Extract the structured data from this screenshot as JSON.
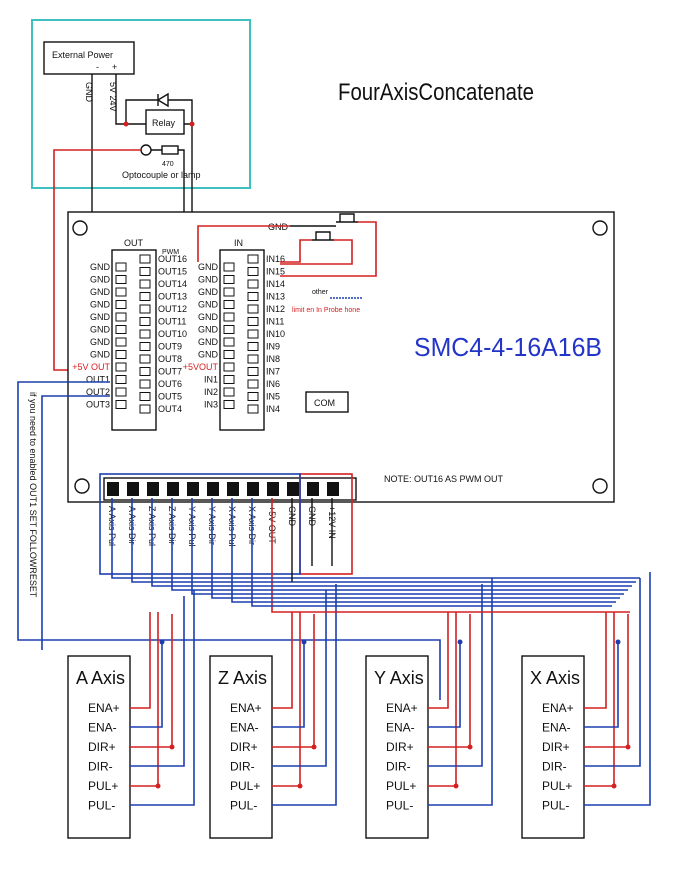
{
  "title": "FourAxisConcatenate",
  "model": "SMC4-4-16A16B",
  "external_power": {
    "label": "External Power",
    "minus": "-",
    "plus": "+"
  },
  "gnd_vertical": "GND",
  "v24_vertical": "5V 24V",
  "relay": "Relay",
  "resistor": "470",
  "optocouple": "Optocouple or lamp",
  "out_header": "OUT",
  "in_header": "IN",
  "pwm_label": "PWM",
  "gnd_top": "GND",
  "out_left_labels": [
    "GND",
    "GND",
    "GND",
    "GND",
    "GND",
    "GND",
    "GND",
    "GND",
    "+5V OUT",
    "OUT1",
    "OUT2",
    "OUT3"
  ],
  "out_right_labels": [
    "OUT16",
    "OUT15",
    "OUT14",
    "OUT13",
    "OUT12",
    "OUT11",
    "OUT10",
    "OUT9",
    "OUT8",
    "OUT7",
    "OUT6",
    "OUT5",
    "OUT4"
  ],
  "in_left_labels": [
    "GND",
    "GND",
    "GND",
    "GND",
    "GND",
    "GND",
    "GND",
    "GND",
    "+5VOUT",
    "IN1",
    "IN2",
    "IN3"
  ],
  "in_right_labels": [
    "IN16",
    "IN15",
    "IN14",
    "IN13",
    "IN12",
    "IN11",
    "IN10",
    "IN9",
    "IN8",
    "IN7",
    "IN6",
    "IN5",
    "IN4"
  ],
  "probe_small": "other",
  "probe_label": "limit en In Probe hone",
  "com": "COM",
  "note": "NOTE:  OUT16 AS  PWM OUT",
  "side_note": "if you need to enabled OUT1 SET FOLLOWRESET",
  "bottom_terminals": [
    "A Axis Pul",
    "A Axis Dir",
    "Z Axis Pul",
    "Z Axis Dir",
    "Y Axis Pul",
    "Y Axis Dir",
    "X Axis Pul",
    "X Axis Dir",
    "+5V OUT",
    "GND",
    "GND",
    "+12V IN"
  ],
  "drivers": [
    {
      "name": "A Axis",
      "pins": [
        "ENA+",
        "ENA-",
        "DIR+",
        "DIR-",
        "PUL+",
        "PUL-"
      ]
    },
    {
      "name": "Z Axis",
      "pins": [
        "ENA+",
        "ENA-",
        "DIR+",
        "DIR-",
        "PUL+",
        "PUL-"
      ]
    },
    {
      "name": "Y Axis",
      "pins": [
        "ENA+",
        "ENA-",
        "DIR+",
        "DIR-",
        "PUL+",
        "PUL-"
      ]
    },
    {
      "name": "X Axis",
      "pins": [
        "ENA+",
        "ENA-",
        "DIR+",
        "DIR-",
        "PUL+",
        "PUL-"
      ]
    }
  ],
  "colors": {
    "red": "#d42020",
    "blue": "#1c3fb0",
    "cyan": "#3fbfbf",
    "model": "#2334c8"
  }
}
